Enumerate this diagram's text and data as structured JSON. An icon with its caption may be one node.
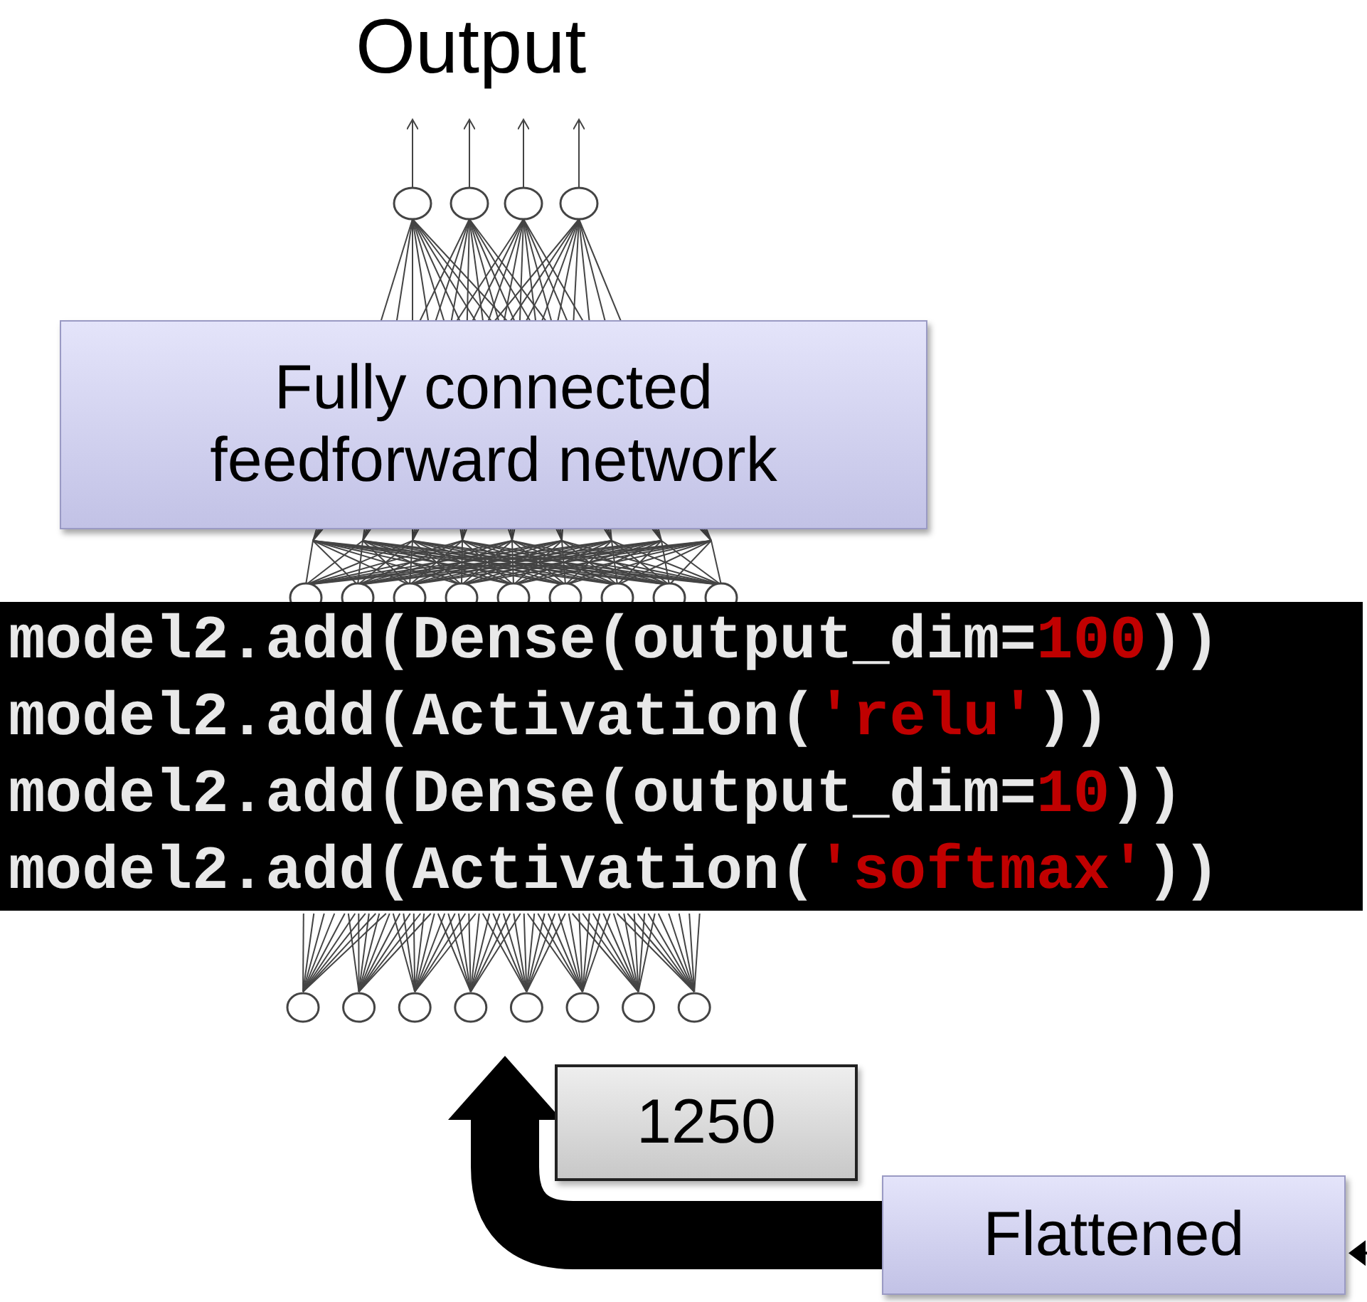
{
  "diagram": {
    "nodes": [
      {
        "text": [
          "Fully connected feedforward network"
        ]
      },
      {
        "text": [
          "model2.add(Dense(output_dim=100))",
          "model2.add(Activation('relu'))",
          "model2.add(Dense(output_dim=10))",
          "model2.add(Activation('softmax'))"
        ]
      },
      {
        "text": [],
        "shape": "picture"
      },
      {
        "text": [
          "1250"
        ]
      },
      {
        "text": [
          "Flattened"
        ]
      }
    ],
    "edges": [
      {
        "from": 4,
        "to": 2,
        "arrow": "to",
        "style": "thick"
      },
      {
        "from": null,
        "to": 4,
        "arrow": "to"
      }
    ],
    "labels": [
      "Output"
    ]
  }
}
